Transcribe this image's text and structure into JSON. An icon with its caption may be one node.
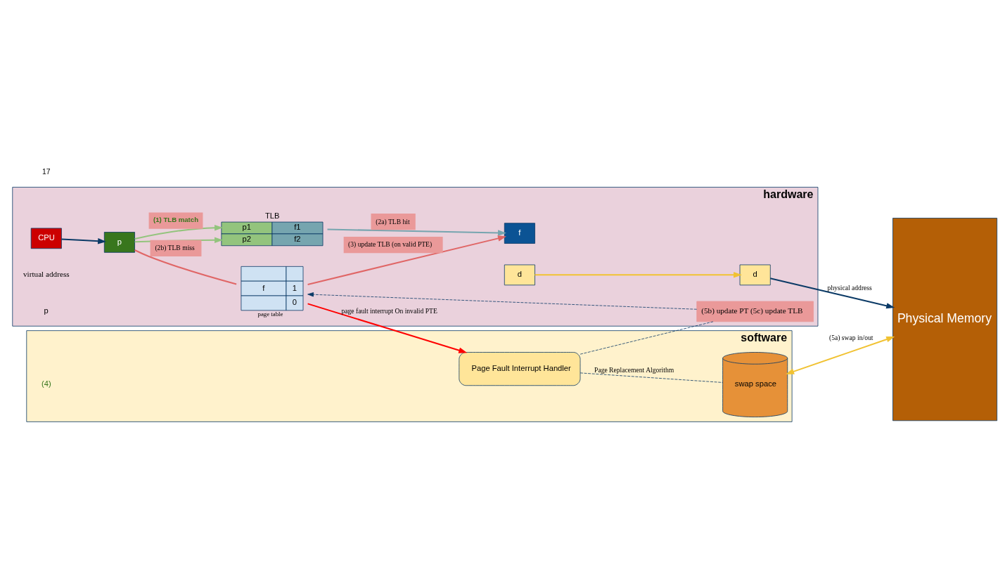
{
  "diagram": {
    "nodes": [
      {
        "text": [
          "hardware"
        ]
      },
      {
        "text": [
          "software"
        ]
      },
      {
        "text": [
          "CPU"
        ],
        "in": 0
      },
      {
        "text": [
          "p"
        ],
        "in": 0
      },
      {
        "text": [
          "d"
        ],
        "in": 0
      },
      {
        "text": [
          "TLB",
          "p1",
          "f1",
          "p2",
          "f2"
        ],
        "in": 0
      },
      {
        "text": [
          "f"
        ],
        "in": 0
      },
      {
        "text": [
          "d"
        ],
        "in": 0
      },
      {
        "text": [
          "f",
          "1",
          "0",
          "page table"
        ],
        "in": 0
      },
      {
        "text": [
          "(5b) update PT (5c) update TLB"
        ],
        "in": 0
      },
      {
        "text": [
          "Page Fault Interrupt Handler"
        ],
        "in": 1
      },
      {
        "text": [
          "swap space"
        ],
        "in": 1
      },
      {
        "text": [
          "Physical Memory"
        ]
      }
    ],
    "edges": [
      {
        "from": 2,
        "to": 3,
        "arrow": "to"
      },
      {
        "from": 4,
        "to": 7,
        "arrow": "to",
        "color": "#f1c232"
      },
      {
        "from": 3,
        "to": 5,
        "arrow": "to",
        "label": "(1) TLB match",
        "color": "#93c47d"
      },
      {
        "from": 3,
        "to": 5,
        "arrow": "to",
        "color": "#93c47d"
      },
      {
        "from": 5,
        "to": 6,
        "arrow": "to",
        "label": "(2a) TLB hit",
        "color": "#76a5af"
      },
      {
        "from": 3,
        "to": 8,
        "arrow": "none",
        "label": "(2b) TLB miss",
        "color": "#e06666"
      },
      {
        "from": 8,
        "to": 6,
        "arrow": "to",
        "label": "(3) update TLB (on valid PTE)",
        "color": "#e06666"
      },
      {
        "from": 8,
        "to": 10,
        "arrow": "to",
        "label": "page fault interrupt On invalid PTE",
        "color": "#ff0000"
      },
      {
        "from": 10,
        "to": 9,
        "arrow": "none",
        "style": "dashed"
      },
      {
        "from": 9,
        "to": 8,
        "arrow": "to",
        "style": "dashed"
      },
      {
        "from": 10,
        "to": 11,
        "arrow": "none",
        "label": "Page Replacement Algorithm",
        "style": "dashed"
      },
      {
        "from": 11,
        "to": 12,
        "arrow": "both",
        "label": "(5a) swap in/out",
        "color": "#f1c232"
      },
      {
        "from": 7,
        "to": 12,
        "arrow": "to",
        "label": "physical address"
      }
    ],
    "labels": [
      "virtual address",
      "p",
      "(4)",
      "17"
    ]
  }
}
